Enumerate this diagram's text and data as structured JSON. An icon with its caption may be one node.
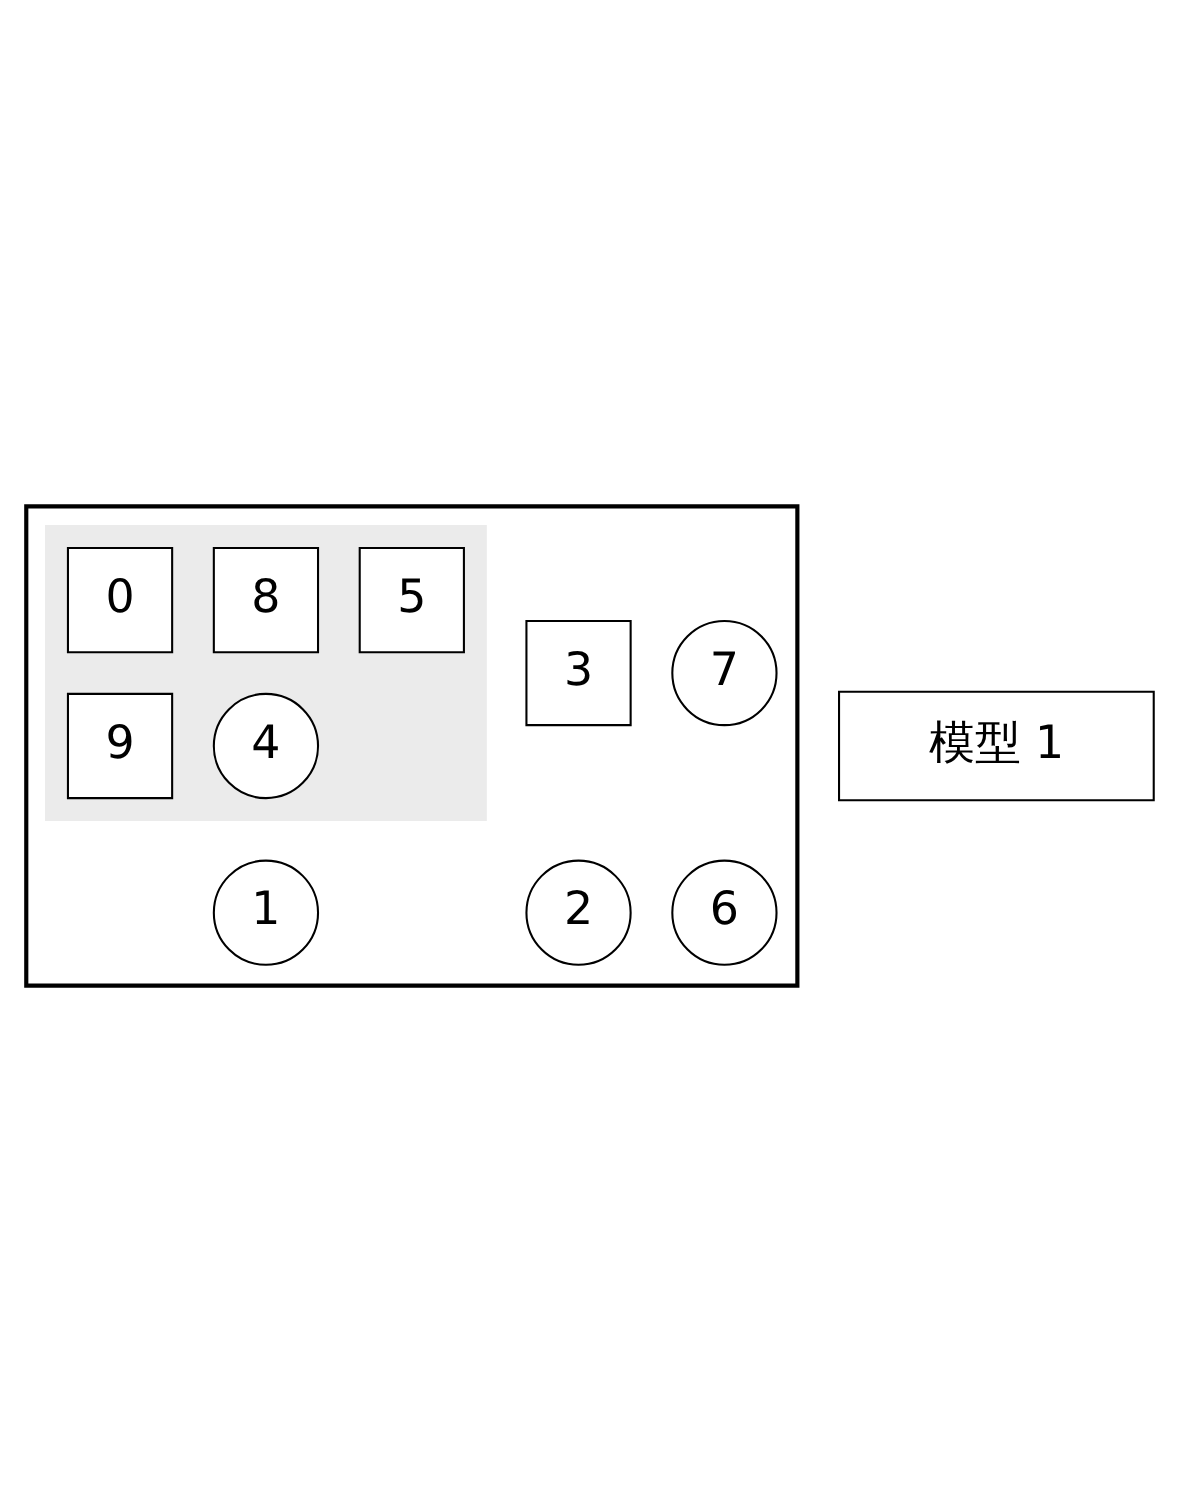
{
  "diagram": {
    "nodes": [
      {
        "text": [
          "模型 1"
        ]
      },
      {
        "text": [],
        "shape": "box"
      },
      {
        "text": [],
        "shape": "box",
        "in": 1
      },
      {
        "text": [
          "0"
        ],
        "in": 2
      },
      {
        "text": [
          "3"
        ],
        "in": 1
      },
      {
        "text": [
          "8"
        ],
        "in": 2
      },
      {
        "text": [
          "5"
        ],
        "in": 2
      },
      {
        "text": [
          "7"
        ],
        "in": 1
      },
      {
        "text": [
          "1"
        ],
        "in": 1
      },
      {
        "text": [
          "9"
        ],
        "in": 2
      },
      {
        "text": [
          "2"
        ],
        "in": 1
      },
      {
        "text": [
          "6"
        ],
        "in": 1
      },
      {
        "text": [
          "4"
        ],
        "in": 2
      }
    ]
  }
}
